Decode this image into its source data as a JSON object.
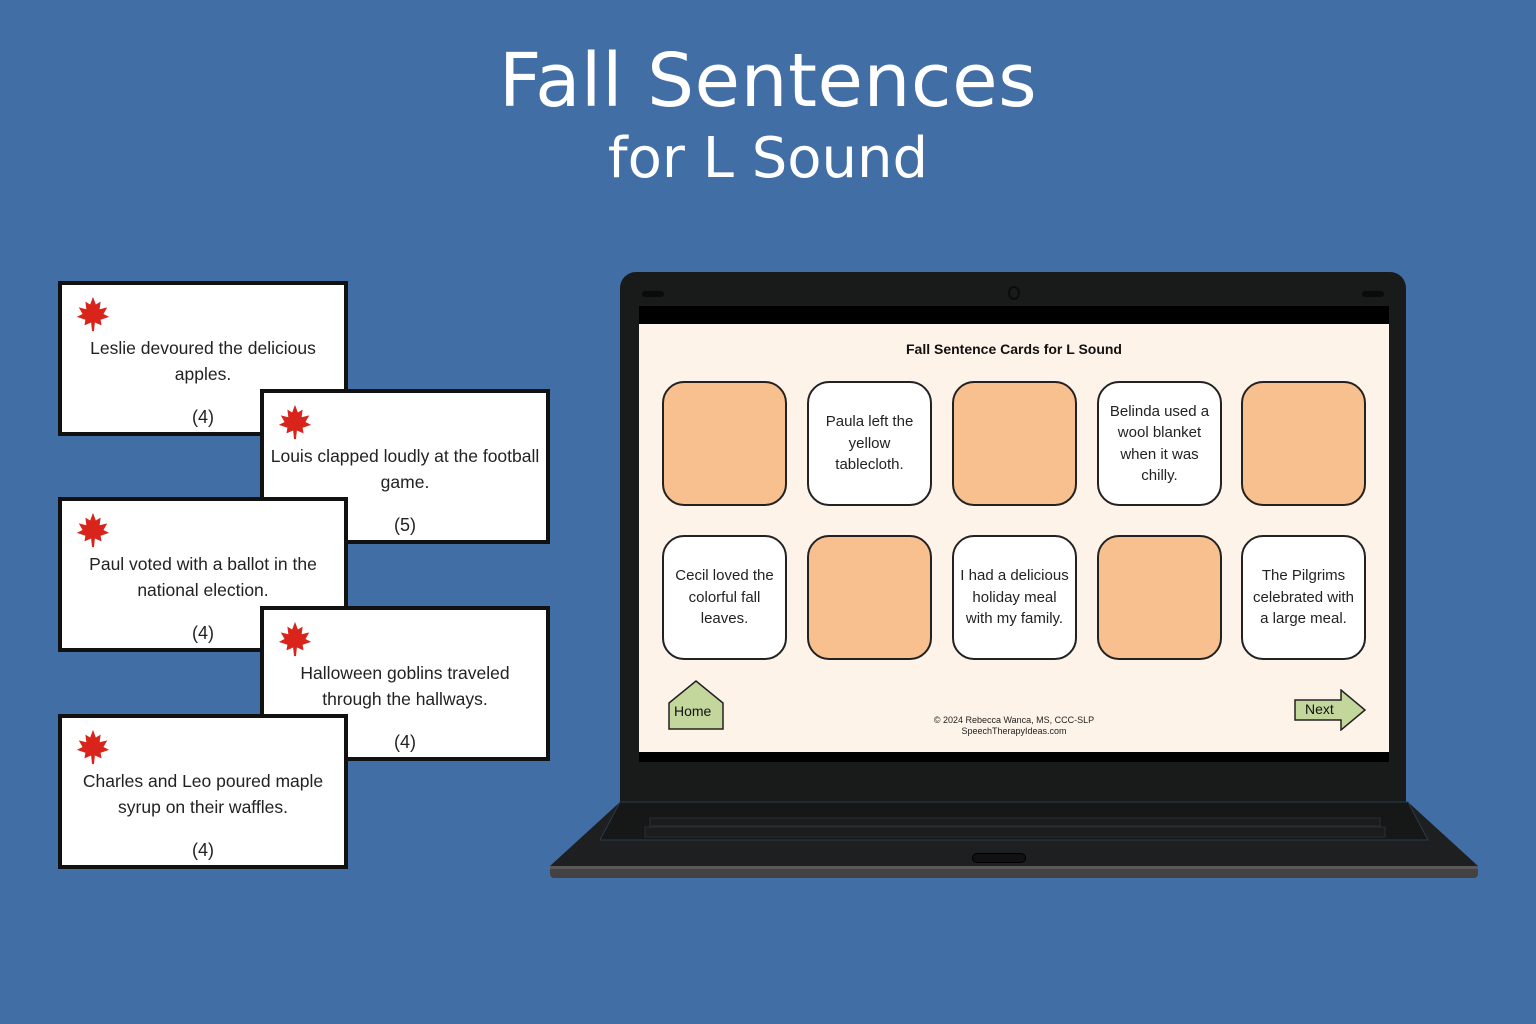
{
  "header": {
    "title": "Fall Sentences",
    "subtitle": "for L Sound"
  },
  "paper_cards": [
    {
      "text": "Leslie devoured the delicious apples.",
      "count": "(4)",
      "icon": "maple-leaf-icon"
    },
    {
      "text": "Louis clapped loudly at the football game.",
      "count": "(5)",
      "icon": "maple-leaf-icon"
    },
    {
      "text": "Paul voted with a ballot in the national election.",
      "count": "(4)",
      "icon": "maple-leaf-icon"
    },
    {
      "text": "Halloween goblins traveled through the hallways.",
      "count": "(4)",
      "icon": "maple-leaf-icon"
    },
    {
      "text": "Charles and Leo poured maple syrup on their waffles.",
      "count": "(4)",
      "icon": "maple-leaf-icon"
    }
  ],
  "screen": {
    "title": "Fall Sentence Cards for L Sound",
    "cards": [
      {
        "state": "hidden",
        "text": ""
      },
      {
        "state": "shown",
        "text": "Paula left the yellow tablecloth."
      },
      {
        "state": "hidden",
        "text": ""
      },
      {
        "state": "shown",
        "text": "Belinda used a wool blanket when it was chilly."
      },
      {
        "state": "hidden",
        "text": ""
      },
      {
        "state": "shown",
        "text": "Cecil loved the colorful fall leaves."
      },
      {
        "state": "hidden",
        "text": ""
      },
      {
        "state": "shown",
        "text": "I had a delicious holiday meal with my family."
      },
      {
        "state": "hidden",
        "text": ""
      },
      {
        "state": "shown",
        "text": "The Pilgrims celebrated with a large meal."
      }
    ],
    "home_label": "Home",
    "next_label": "Next",
    "copyright_line1": "© 2024 Rebecca Wanca, MS, CCC-SLP",
    "copyright_line2": "SpeechTherapyIdeas.com"
  },
  "colors": {
    "background": "#426ea6",
    "card_hidden": "#f8c08f",
    "screen_bg": "#fef3e8",
    "button_green": "#c3d69b",
    "leaf_red": "#d9241b"
  }
}
